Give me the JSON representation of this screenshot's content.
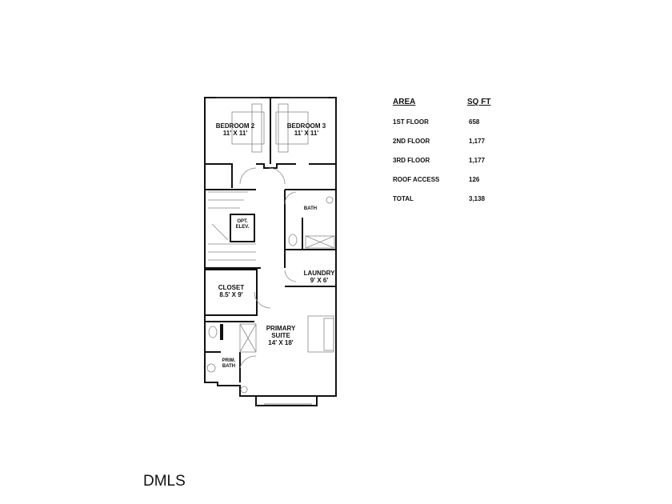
{
  "floor_plan": {
    "rooms": {
      "bedroom2": {
        "name": "BEDROOM 2",
        "size": "11' X 11'"
      },
      "bedroom3": {
        "name": "BEDROOM 3",
        "size": "11' X 11'"
      },
      "bath": {
        "name": "BATH"
      },
      "elevator": {
        "line1": "OPT.",
        "line2": "ELEV."
      },
      "laundry": {
        "name": "LAUNDRY",
        "size": "9' X 6'"
      },
      "closet": {
        "name": "CLOSET",
        "size": "8.5' X 9'"
      },
      "primary_suite": {
        "line1": "PRIMARY",
        "line2": "SUITE",
        "size": "14' X 18'"
      },
      "primary_bath": {
        "line1": "PRIM.",
        "line2": "BATH"
      }
    }
  },
  "area_table": {
    "headers": {
      "area": "AREA",
      "sqft": "SQ FT"
    },
    "rows": [
      {
        "area": "1ST FLOOR",
        "sqft": "658"
      },
      {
        "area": "2ND FLOOR",
        "sqft": "1,177"
      },
      {
        "area": "3RD FLOOR",
        "sqft": "1,177"
      },
      {
        "area": "ROOF ACCESS",
        "sqft": "126"
      },
      {
        "area": "TOTAL",
        "sqft": "3,138"
      }
    ]
  },
  "footer": {
    "brand": "DMLS"
  }
}
